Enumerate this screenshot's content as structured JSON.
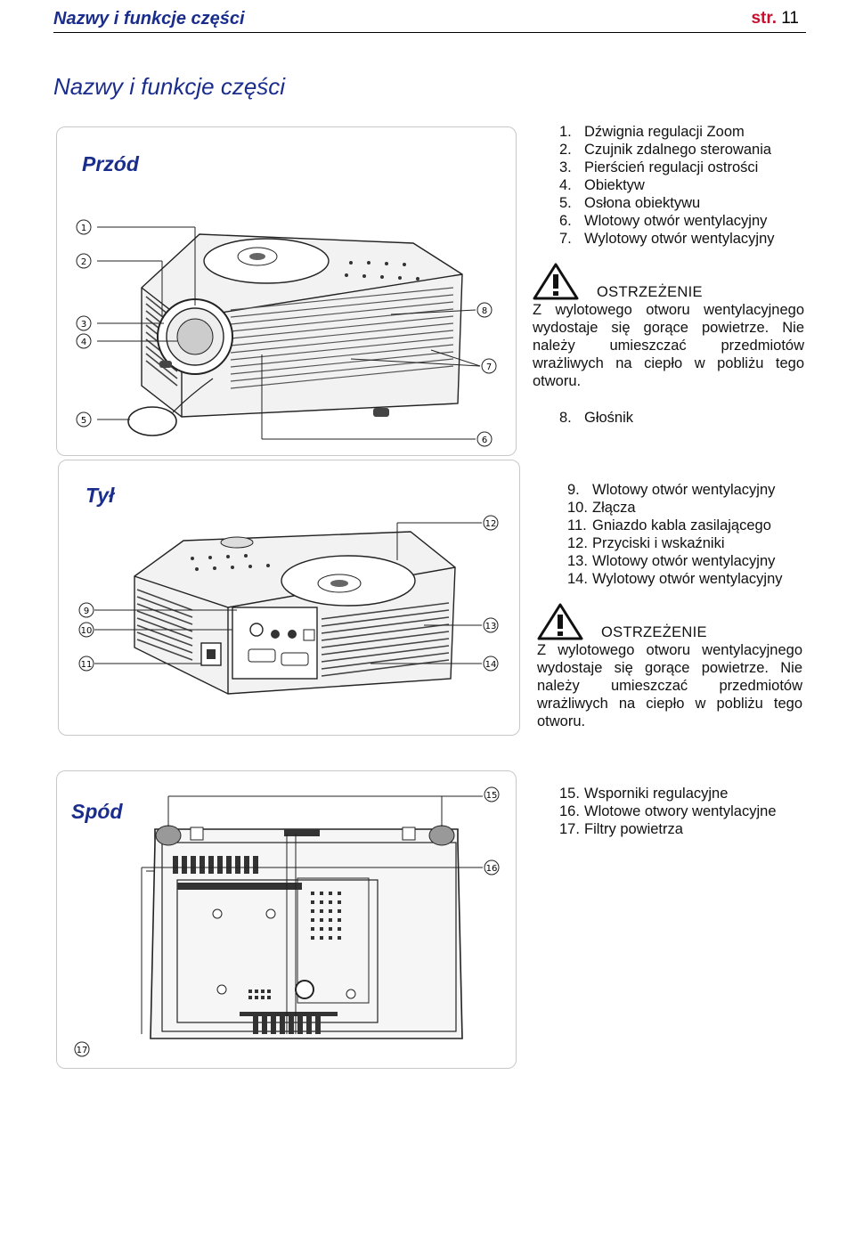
{
  "header": {
    "title": "Nazwy i funkcje części",
    "page_label": "str.",
    "page_number": "11"
  },
  "page_title": "Nazwy i funkcje części",
  "sections": {
    "front": {
      "label": "Przód",
      "items": [
        {
          "num": "1.",
          "text": "Dźwignia regulacji Zoom"
        },
        {
          "num": "2.",
          "text": "Czujnik zdalnego sterowania"
        },
        {
          "num": "3.",
          "text": "Pierścień regulacji ostrości"
        },
        {
          "num": "4.",
          "text": "Obiektyw"
        },
        {
          "num": "5.",
          "text": "Osłona obiektywu"
        },
        {
          "num": "6.",
          "text": "Wlotowy otwór wentylacyjny"
        },
        {
          "num": "7.",
          "text": "Wylotowy otwór wentylacyjny"
        }
      ],
      "warning": {
        "title": "OSTRZEŻENIE",
        "text": "Z wylotowego otworu wentylacyjnego wydostaje się gorące powietrze. Nie należy umieszczać przedmiotów wrażliwych na ciepło w pobliżu tego otworu."
      },
      "extra_item": {
        "num": "8.",
        "text": "Głośnik"
      },
      "callouts": [
        "1",
        "2",
        "3",
        "4",
        "5",
        "6",
        "7",
        "8"
      ]
    },
    "back": {
      "label": "Tył",
      "items": [
        {
          "num": "9.",
          "text": "Wlotowy otwór wentylacyjny"
        },
        {
          "num": "10.",
          "text": "Złącza"
        },
        {
          "num": "11.",
          "text": "Gniazdo kabla zasilającego"
        },
        {
          "num": "12.",
          "text": "Przyciski i wskaźniki"
        },
        {
          "num": "13.",
          "text": "Wlotowy otwór wentylacyjny"
        },
        {
          "num": "14.",
          "text": "Wylotowy otwór wentylacyjny"
        }
      ],
      "warning": {
        "title": "OSTRZEŻENIE",
        "text": "Z wylotowego otworu wentylacyjnego wydostaje się gorące powietrze. Nie należy umieszczać przedmiotów wrażliwych na ciepło w pobliżu tego otworu."
      },
      "callouts": [
        "9",
        "10",
        "11",
        "12",
        "13",
        "14"
      ]
    },
    "bottom": {
      "label": "Spód",
      "items": [
        {
          "num": "15.",
          "text": "Wsporniki regulacyjne"
        },
        {
          "num": "16.",
          "text": "Wlotowe otwory wentylacyjne"
        },
        {
          "num": "17.",
          "text": "Filtry powietrza"
        }
      ],
      "callouts": [
        "15",
        "16",
        "17"
      ]
    }
  },
  "colors": {
    "heading_blue": "#1a2d8c",
    "page_red": "#c8102e"
  },
  "icons": {
    "warning": "warning-triangle-icon"
  }
}
